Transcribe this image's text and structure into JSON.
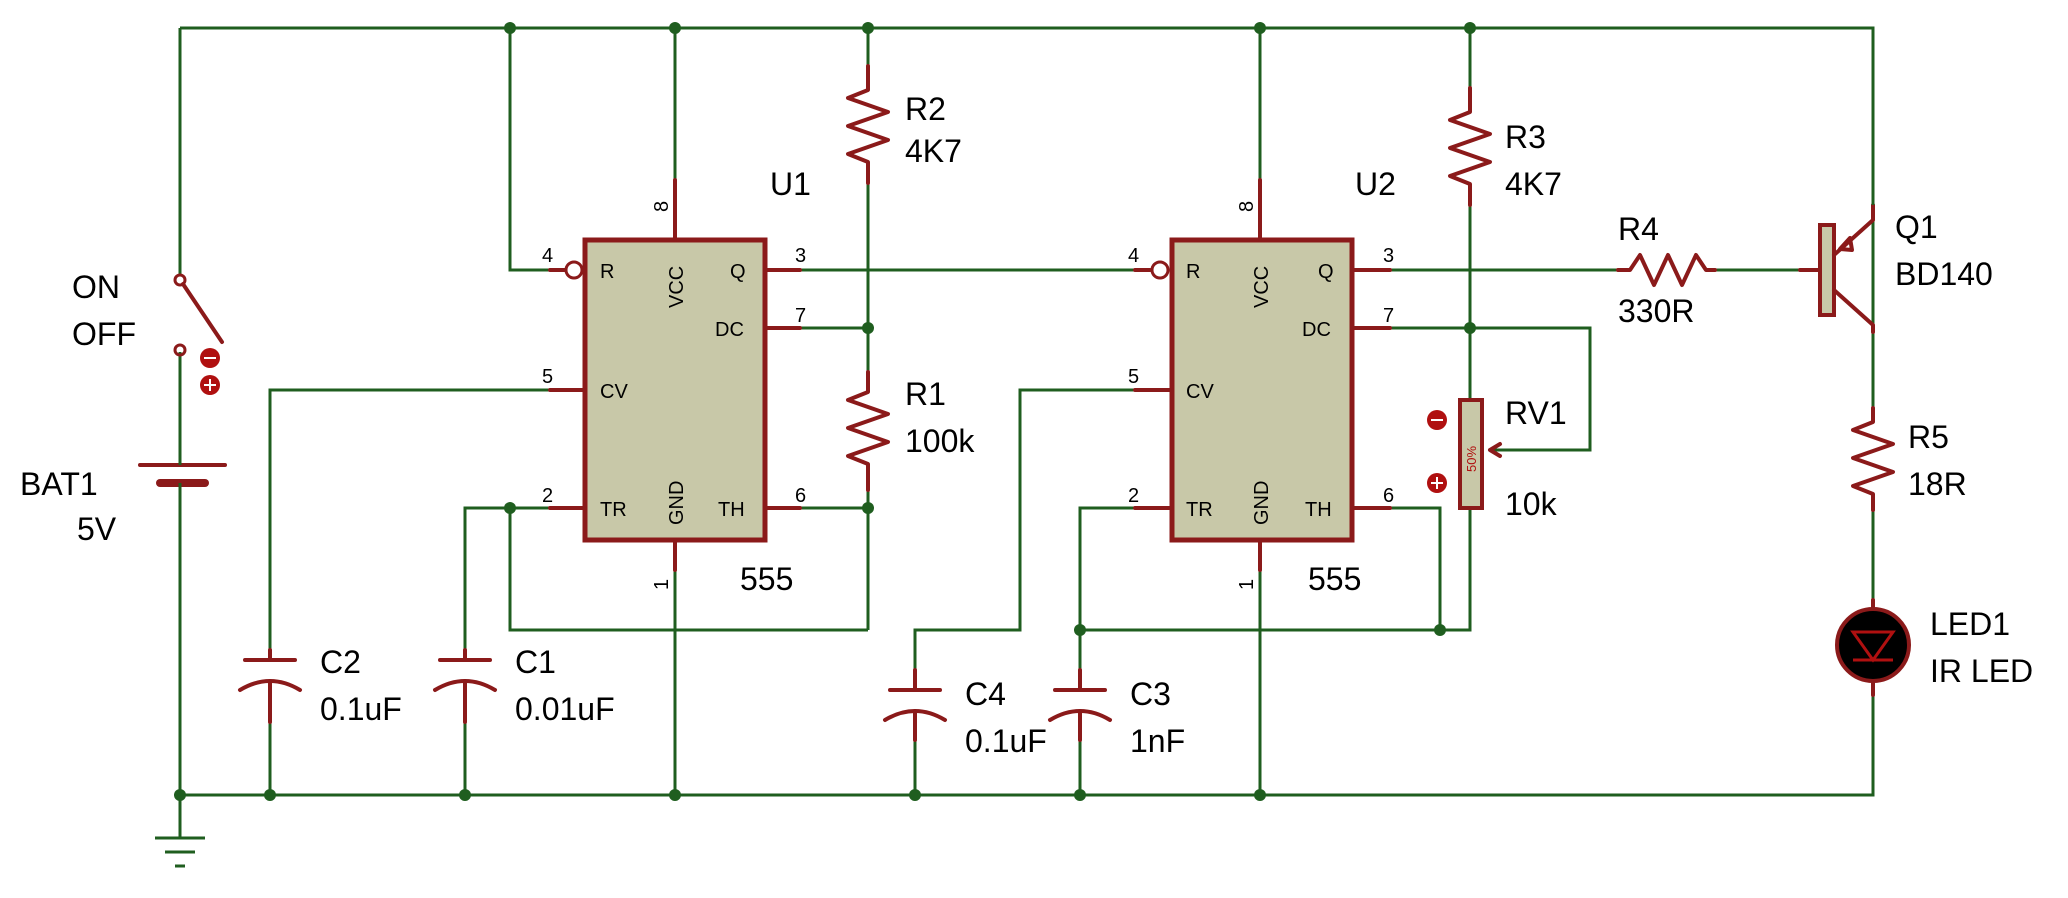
{
  "switch": {
    "on": "ON",
    "off": "OFF"
  },
  "battery": {
    "name": "BAT1",
    "value": "5V"
  },
  "u1": {
    "name": "U1",
    "type": "555"
  },
  "u2": {
    "name": "U2",
    "type": "555"
  },
  "pins": {
    "p1": "1",
    "p2": "2",
    "p3": "3",
    "p4": "4",
    "p5": "5",
    "p6": "6",
    "p7": "7",
    "p8": "8"
  },
  "pin_names": {
    "r": "R",
    "vcc": "VCC",
    "q": "Q",
    "dc": "DC",
    "cv": "CV",
    "tr": "TR",
    "gnd": "GND",
    "th": "TH"
  },
  "r1": {
    "name": "R1",
    "value": "100k"
  },
  "r2": {
    "name": "R2",
    "value": "4K7"
  },
  "r3": {
    "name": "R3",
    "value": "4K7"
  },
  "r4": {
    "name": "R4",
    "value": "330R"
  },
  "r5": {
    "name": "R5",
    "value": "18R"
  },
  "rv1": {
    "name": "RV1",
    "value": "10k",
    "setting": "50%"
  },
  "c1": {
    "name": "C1",
    "value": "0.01uF"
  },
  "c2": {
    "name": "C2",
    "value": "0.1uF"
  },
  "c3": {
    "name": "C3",
    "value": "1nF"
  },
  "c4": {
    "name": "C4",
    "value": "0.1uF"
  },
  "q1": {
    "name": "Q1",
    "value": "BD140"
  },
  "led1": {
    "name": "LED1",
    "value": "IR LED"
  },
  "colors": {
    "wire": "#1f5e1f",
    "component": "#8b1a1a",
    "chip_fill": "#c8c8a8"
  }
}
